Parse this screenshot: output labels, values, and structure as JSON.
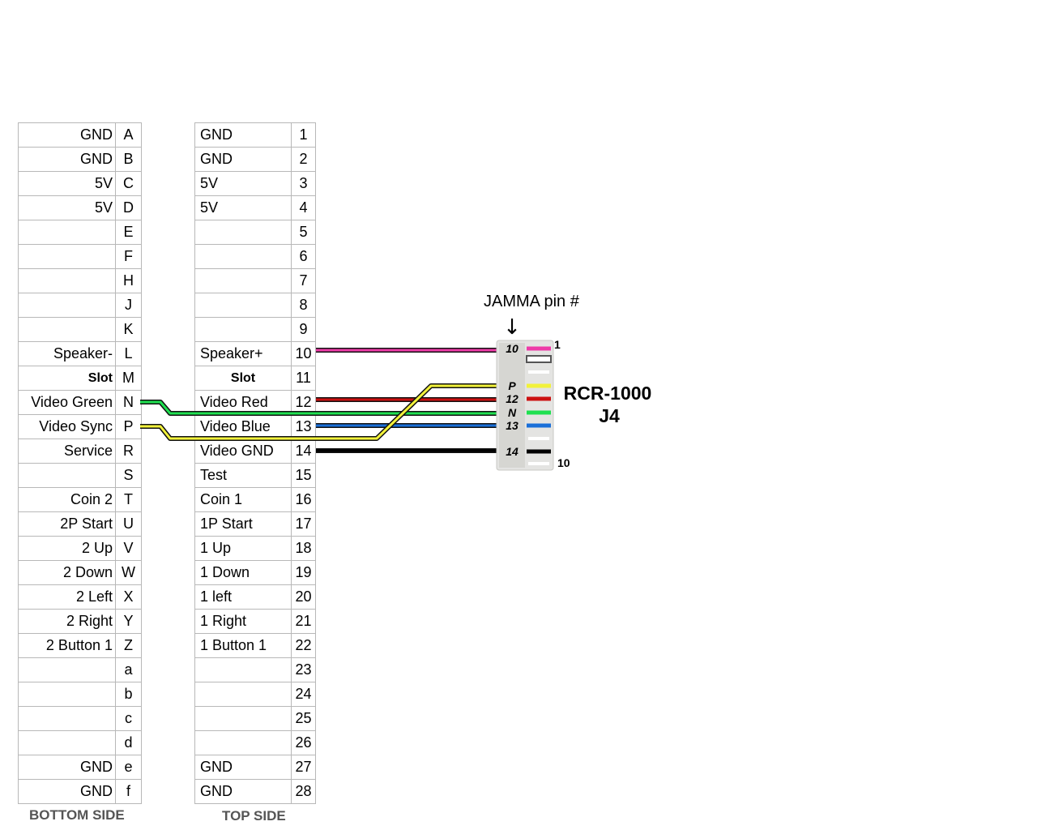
{
  "bottom_side": {
    "label": "BOTTOM SIDE",
    "rows": [
      {
        "signal": "GND",
        "pin": "A"
      },
      {
        "signal": "GND",
        "pin": "B"
      },
      {
        "signal": "5V",
        "pin": "C"
      },
      {
        "signal": "5V",
        "pin": "D"
      },
      {
        "signal": "",
        "pin": "E"
      },
      {
        "signal": "",
        "pin": "F"
      },
      {
        "signal": "",
        "pin": "H"
      },
      {
        "signal": "",
        "pin": "J"
      },
      {
        "signal": "",
        "pin": "K"
      },
      {
        "signal": "Speaker-",
        "pin": "L"
      },
      {
        "signal": "Slot",
        "pin": "M",
        "bold": true
      },
      {
        "signal": "Video Green",
        "pin": "N"
      },
      {
        "signal": "Video Sync",
        "pin": "P"
      },
      {
        "signal": "Service",
        "pin": "R"
      },
      {
        "signal": "",
        "pin": "S"
      },
      {
        "signal": "Coin 2",
        "pin": "T"
      },
      {
        "signal": "2P Start",
        "pin": "U"
      },
      {
        "signal": "2 Up",
        "pin": "V"
      },
      {
        "signal": "2 Down",
        "pin": "W"
      },
      {
        "signal": "2 Left",
        "pin": "X"
      },
      {
        "signal": "2 Right",
        "pin": "Y"
      },
      {
        "signal": "2 Button 1",
        "pin": "Z"
      },
      {
        "signal": "",
        "pin": "a"
      },
      {
        "signal": "",
        "pin": "b"
      },
      {
        "signal": "",
        "pin": "c"
      },
      {
        "signal": "",
        "pin": "d"
      },
      {
        "signal": "GND",
        "pin": "e"
      },
      {
        "signal": "GND",
        "pin": "f"
      }
    ]
  },
  "top_side": {
    "label": "TOP SIDE",
    "rows": [
      {
        "signal": "GND",
        "pin": "1"
      },
      {
        "signal": "GND",
        "pin": "2"
      },
      {
        "signal": "5V",
        "pin": "3"
      },
      {
        "signal": "5V",
        "pin": "4"
      },
      {
        "signal": "",
        "pin": "5"
      },
      {
        "signal": "",
        "pin": "6"
      },
      {
        "signal": "",
        "pin": "7"
      },
      {
        "signal": "",
        "pin": "8"
      },
      {
        "signal": "",
        "pin": "9"
      },
      {
        "signal": "Speaker+",
        "pin": "10"
      },
      {
        "signal": "Slot",
        "pin": "11",
        "bold": true
      },
      {
        "signal": "Video Red",
        "pin": "12"
      },
      {
        "signal": "Video Blue",
        "pin": "13"
      },
      {
        "signal": "Video GND",
        "pin": "14"
      },
      {
        "signal": "Test",
        "pin": "15"
      },
      {
        "signal": "Coin 1",
        "pin": "16"
      },
      {
        "signal": "1P Start",
        "pin": "17"
      },
      {
        "signal": "1 Up",
        "pin": "18"
      },
      {
        "signal": "1 Down",
        "pin": "19"
      },
      {
        "signal": "1 left",
        "pin": "20"
      },
      {
        "signal": "1 Right",
        "pin": "21"
      },
      {
        "signal": "1 Button 1",
        "pin": "22"
      },
      {
        "signal": "",
        "pin": "23"
      },
      {
        "signal": "",
        "pin": "24"
      },
      {
        "signal": "",
        "pin": "25"
      },
      {
        "signal": "",
        "pin": "26"
      },
      {
        "signal": "GND",
        "pin": "27"
      },
      {
        "signal": "GND",
        "pin": "28"
      }
    ]
  },
  "connector": {
    "title": "RCR-1000",
    "subtitle": "J4",
    "jamma_label": "JAMMA pin #",
    "arrow": "↓",
    "first_pin_number": "1",
    "last_pin_number": "10",
    "slots": [
      {
        "jamma_pin": "10",
        "color": "#ee3ba8"
      },
      {
        "jamma_pin": "",
        "color": "#777777"
      },
      {
        "jamma_pin": "",
        "color": ""
      },
      {
        "jamma_pin": "P",
        "color": "#f2f23a"
      },
      {
        "jamma_pin": "12",
        "color": "#cc1111"
      },
      {
        "jamma_pin": "N",
        "color": "#1fe050"
      },
      {
        "jamma_pin": "13",
        "color": "#1a6fd8"
      },
      {
        "jamma_pin": "",
        "color": ""
      },
      {
        "jamma_pin": "14",
        "color": "#000000"
      },
      {
        "jamma_pin": "",
        "color": ""
      }
    ]
  },
  "wires": [
    {
      "from": "Speaker+",
      "jamma_pin": "10",
      "color": "#ee3ba8"
    },
    {
      "from": "Video Red",
      "jamma_pin": "12",
      "color": "#cc1111"
    },
    {
      "from": "Video Blue",
      "jamma_pin": "13",
      "color": "#1a6fd8"
    },
    {
      "from": "Video GND",
      "jamma_pin": "14",
      "color": "#000000"
    },
    {
      "from": "Video Green",
      "jamma_pin": "N",
      "color": "#1fe050"
    },
    {
      "from": "Video Sync",
      "jamma_pin": "P",
      "color": "#f2f23a"
    }
  ]
}
